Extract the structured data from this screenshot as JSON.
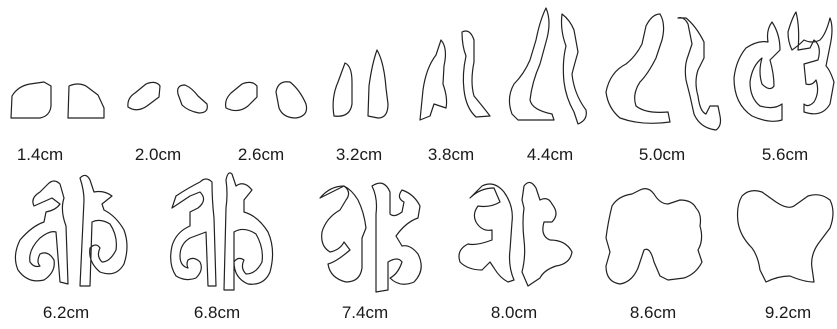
{
  "labels": {
    "row1": [
      "1.4cm",
      "2.0cm",
      "2.6cm",
      "3.2cm",
      "3.8cm",
      "4.4cm",
      "5.0cm",
      "5.6cm"
    ],
    "row2": [
      "6.2cm",
      "6.8cm",
      "7.4cm",
      "8.0cm",
      "8.6cm",
      "9.2cm"
    ]
  },
  "colors": {
    "outline": "#222222",
    "text": "#1a1a1a",
    "background": "#ffffff"
  }
}
